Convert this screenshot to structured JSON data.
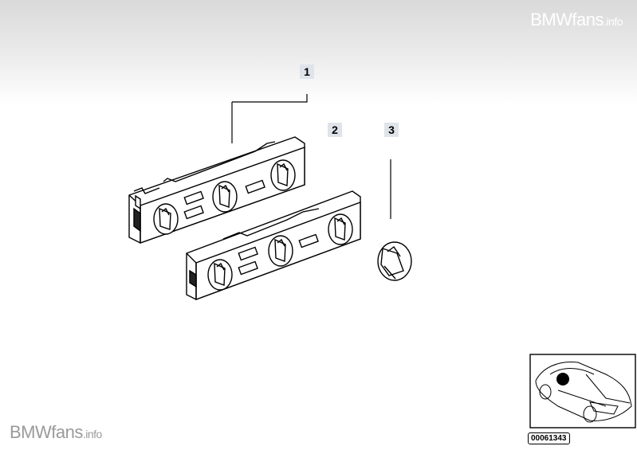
{
  "watermark": {
    "brand": "BMWfans",
    "suffix": ".info"
  },
  "callouts": [
    {
      "label": "1"
    },
    {
      "label": "2"
    },
    {
      "label": "3"
    }
  ],
  "reference_number": "00061343"
}
